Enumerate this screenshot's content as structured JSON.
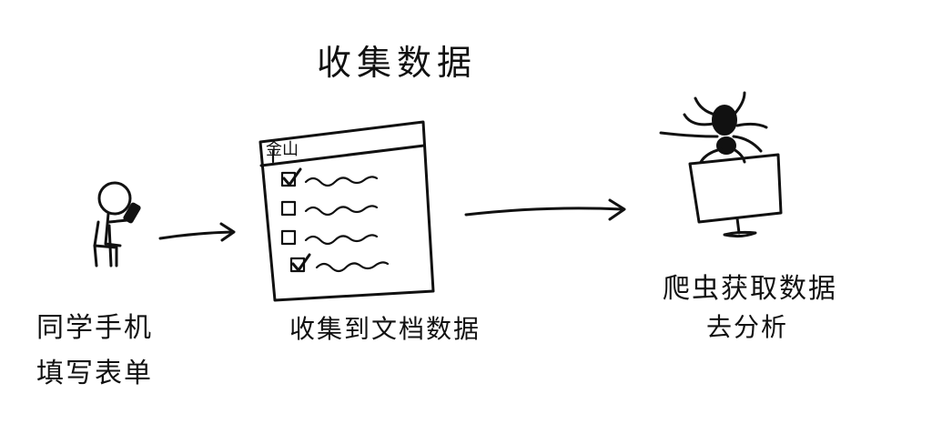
{
  "title": "收集数据",
  "steps": [
    {
      "caption_line1": "同学手机",
      "caption_line2": "填写表单"
    },
    {
      "caption": "收集到文档数据",
      "form_header": "金山"
    },
    {
      "caption_line1": "爬虫获取数据",
      "caption_line2": "去分析"
    }
  ],
  "form_items": [
    {
      "checked": true
    },
    {
      "checked": false
    },
    {
      "checked": false
    },
    {
      "checked": true
    }
  ],
  "icons": [
    "person-with-phone-icon",
    "checklist-document-icon",
    "spider-on-monitor-icon",
    "arrow-right-icon"
  ],
  "colors": {
    "ink": "#111111",
    "background": "#ffffff"
  }
}
